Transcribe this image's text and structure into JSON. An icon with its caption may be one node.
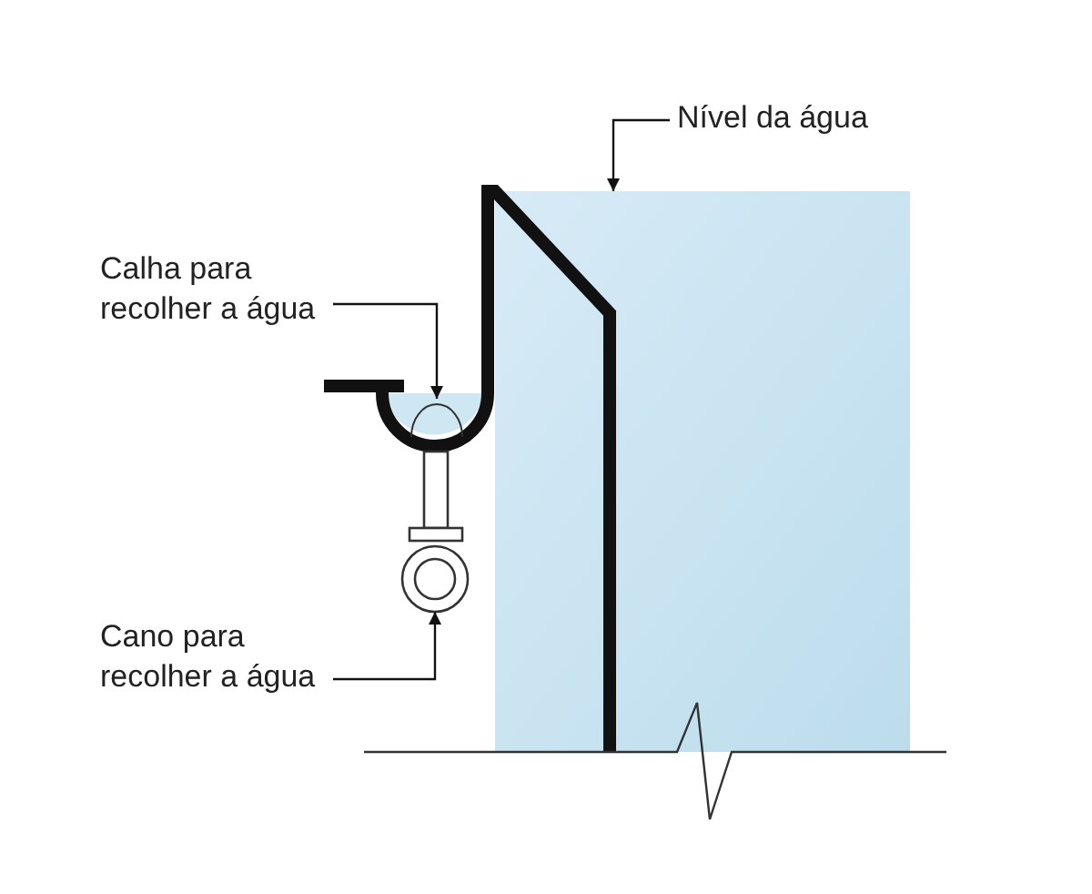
{
  "diagram": {
    "nodes": [
      {
        "text": [
          "Nível da água"
        ]
      },
      {
        "text": [
          "Calha para recolher a água"
        ]
      },
      {
        "text": [
          "Cano para recolher a água"
        ]
      },
      {
        "text": [],
        "shape": "box"
      },
      {
        "text": [],
        "shape": "box"
      },
      {
        "text": [],
        "shape": "circle"
      }
    ],
    "edges": [
      {
        "from": 0,
        "to": 3,
        "arrow": "to"
      },
      {
        "from": 1,
        "to": 4,
        "arrow": "to"
      },
      {
        "from": 2,
        "to": 5,
        "arrow": "to"
      }
    ]
  }
}
